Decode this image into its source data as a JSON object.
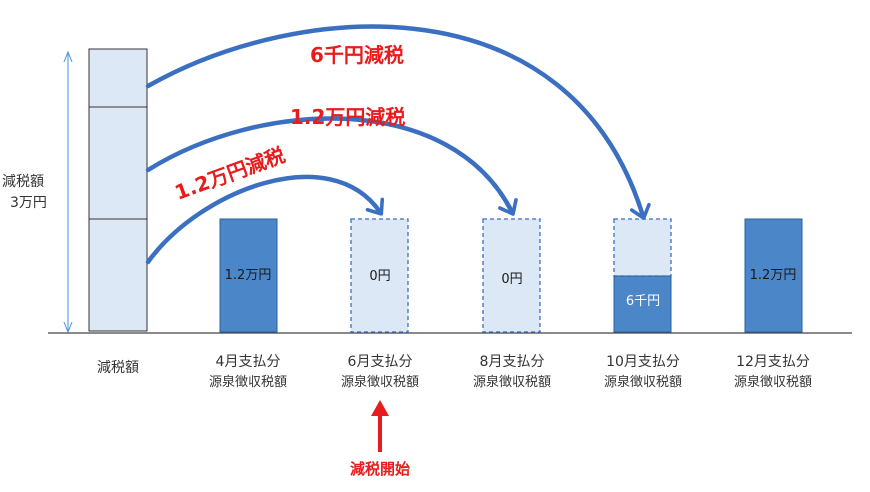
{
  "colors": {
    "bar_fill": "#4a86c8",
    "bar_light": "#dce8f5",
    "bar_stroke": "#2e5f99",
    "arrow_blue": "#3a6fc2",
    "accent_red": "#e81c1c",
    "axis": "#444444",
    "dim_line": "#4a90d9",
    "text": "#333333"
  },
  "left_label": {
    "line1": "減税額",
    "line2": "3万円"
  },
  "total_bar": {
    "label": "減税額",
    "value_yen": 30000,
    "segments_yen": [
      12000,
      12000,
      6000
    ]
  },
  "columns": [
    {
      "id": "apr",
      "line1": "4月支払分",
      "line2": "源泉徴収税額",
      "value_label": "1.2万円",
      "remaining_yen": 12000,
      "withholding_yen": 12000,
      "style": "solid"
    },
    {
      "id": "jun",
      "line1": "6月支払分",
      "line2": "源泉徴収税額",
      "value_label": "0円",
      "remaining_yen": 0,
      "withholding_yen": 12000,
      "style": "dashed"
    },
    {
      "id": "aug",
      "line1": "8月支払分",
      "line2": "源泉徴収税額",
      "value_label": "0円",
      "remaining_yen": 0,
      "withholding_yen": 12000,
      "style": "dashed"
    },
    {
      "id": "oct",
      "line1": "10月支払分",
      "line2": "源泉徴収税額",
      "value_label": "6千円",
      "remaining_yen": 6000,
      "withholding_yen": 12000,
      "style": "partial"
    },
    {
      "id": "dec",
      "line1": "12月支払分",
      "line2": "源泉徴収税額",
      "value_label": "1.2万円",
      "remaining_yen": 12000,
      "withholding_yen": 12000,
      "style": "solid"
    }
  ],
  "reductions": [
    {
      "label": "1.2万円減税",
      "target": "jun"
    },
    {
      "label": "1.2万円減税",
      "target": "aug"
    },
    {
      "label": "6千円減税",
      "target": "oct"
    }
  ],
  "start_marker": {
    "label": "減税開始",
    "target": "jun"
  }
}
